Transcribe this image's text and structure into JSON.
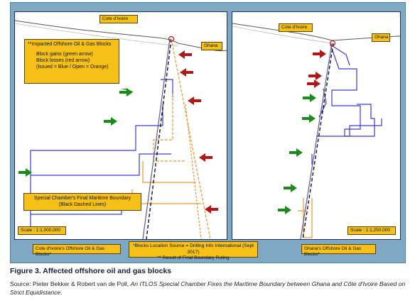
{
  "left_panel": {
    "country_label_top": "Cote d'Ivoire",
    "country_label_right": "Ghana",
    "info_box": {
      "title": "**Impacted Offshore Oil & Gas Blocks",
      "line1": "Block gains (green arrow)",
      "line2": "Block losses (red arrow)",
      "line3": "(Issued = Blue / Open = Orange)"
    },
    "boundary_box": {
      "line1": "Special Chamber's Final Maritime Boundary",
      "line2": "(Black Dashed Lines)"
    },
    "scale": "Scale : 1:1,000,000"
  },
  "right_panel": {
    "country_label_top": "Cote d'Ivoire",
    "country_label_right": "Ghana",
    "scale": "Scale : 1:1,250,000"
  },
  "bottom": {
    "left_label": "Cote d'Ivoire's Offshore Oil & Gas Blocks*",
    "center_line1": "*Blocks Location Source = Drilling Info International (Sept 2017)",
    "center_line2": "** Result of Final Boundary Ruling",
    "right_label": "Ghana's Offshore Oil & Gas Blocks*"
  },
  "caption": "Figure 3. Affected offshore oil and gas blocks",
  "source": {
    "prefix": "Source:  Pieter Bekker & Robert van de Poll, ",
    "title": "An ITLOS Special Chamber Fixes the Maritime Boundary between Ghana and Côte d'Ivoire Based on Strict Equidistance",
    "suffix": "."
  },
  "colors": {
    "issued_block": "#3a3ad0",
    "open_block": "#e8962a",
    "gain_arrow": "#1a8a1a",
    "loss_arrow": "#b01818",
    "label_fill": "#f5c018",
    "sea": "#7fa8c4"
  }
}
